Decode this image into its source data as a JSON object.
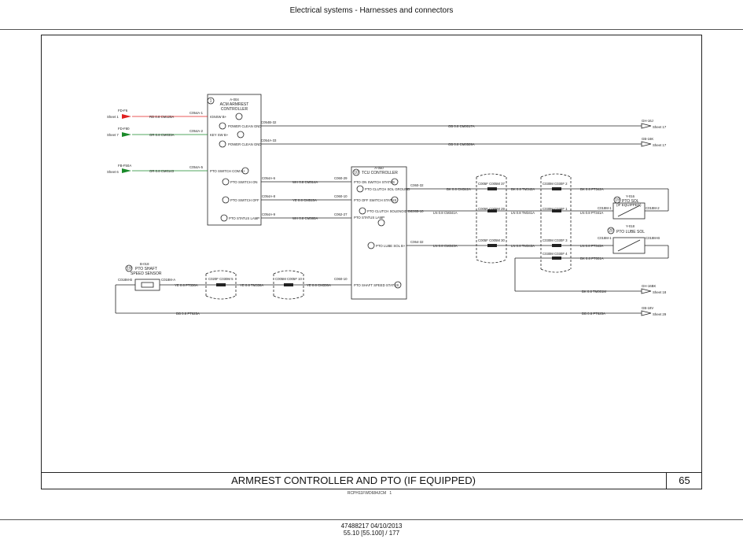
{
  "header": {
    "title": "Electrical systems - Harnesses and connectors"
  },
  "diagram": {
    "title": "ARMREST CONTROLLER AND PTO (IF EQUIPPED)",
    "page_number": "65",
    "doc_ref": "RCPH11FWD684JCM",
    "doc_ref_num": "1"
  },
  "components": {
    "armrest": {
      "num": "1",
      "id": "A-004",
      "name1": "ACM ARMREST",
      "name2": "CONTROLLER",
      "pins": [
        "IGNSW B+",
        "POWER CLEAN GND",
        "KEY SW B+",
        "POWER CLEAN GND",
        "PTO SWITCH COM B+",
        "PTO SWITCH ON",
        "PTO SWITCH OFF",
        "PTO STATUS LAMP"
      ],
      "pin_nums": [
        "2",
        "3",
        "4",
        "5",
        "6",
        "7",
        "8",
        "9"
      ]
    },
    "tcu": {
      "num": "10",
      "id": "A-050",
      "name": "TCU CONTROLLER",
      "pins": [
        "PTO ON SWITCH STATUS",
        "PTO CLUTCH SOL GROUND",
        "PTO OFF SWITCH STATUS",
        "PTO CLUTCH SOLENOID B+",
        "PTO STATUS LAMP",
        "PTO LUBE SOL B+",
        "PTO SHAFT SPEED STATUS"
      ],
      "pin_nums": [
        "11",
        "12",
        "13",
        "14",
        "15",
        "16",
        "17"
      ]
    },
    "sensor": {
      "num": "19",
      "id": "B-018",
      "name1": "PTO SHAFT",
      "name2": "SPEED SENSOR"
    },
    "pto_sol": {
      "num": "19",
      "id": "Y-016",
      "name1": "PTO SOL",
      "name2": "(IF EQUIPPED)"
    },
    "lube_sol": {
      "num": "20",
      "id": "Y-018",
      "name1": "PTO LUBE SOL"
    }
  },
  "left_refs": [
    {
      "id": "FD-F6",
      "sheet": "Sheet 1",
      "wire": "RD 0.8 CM125A",
      "conn": "C054A-1"
    },
    {
      "id": "FD-F80",
      "sheet": "Sheet 7",
      "wire": "OR 0.8 CM033A",
      "conn": "C054A-2"
    },
    {
      "id": "FB-F50A",
      "sheet": "Sheet 6",
      "wire": "OR 0.8 CM0143",
      "conn": "C054A-5"
    }
  ],
  "right_refs": [
    {
      "id": "GH-16J",
      "sheet": "Sheet 17",
      "wire": "OB 0.8 CM0017A",
      "conn": "C054B-32"
    },
    {
      "id": "GB-16K",
      "sheet": "Sheet 17",
      "wire": "OB 0.8 CM0509A",
      "conn": "C054A-33"
    },
    {
      "id": "GH-16BK",
      "sheet": "Sheet 18",
      "wire": "BK 0.8 TM001M"
    },
    {
      "id": "GB-18V",
      "sheet": "Sheet 29",
      "wire": "DB 0.8 PT625A"
    }
  ],
  "wires": {
    "sw_on": {
      "conn_a": "C054A-6",
      "label": "WH 0.8 CM514A",
      "conn_b": "C060-29"
    },
    "sw_off": {
      "conn_a": "C054A-8",
      "label": "YE 0.8 CM515A",
      "conn_b": "C060-10"
    },
    "lamp": {
      "conn_a": "C054A-9",
      "label": "WH 0.8 CM580A",
      "conn_b": "C062-27"
    },
    "gnd": {
      "conn_a": "C060-32",
      "label1": "BK 0.8 CM342A",
      "label2": "BK 0.8 TM342A",
      "label3": "BK 0.8 PT342A"
    },
    "sol": {
      "conn_a": "C065-10",
      "label1": "LN 0.8 CM341A",
      "label2": "LN 0.8 TM341A",
      "label3": "LN 0.8 PT341A"
    },
    "lube": {
      "conn_a": "C064-32",
      "label1": "LN 0.8 CM343A",
      "label2": "LN 0.8 TM343A",
      "label3": "LN 0.8 PT343A"
    },
    "lube_gnd": {
      "label": "BK 0.8 PT001A"
    },
    "speed": {
      "label1": "YE 0.8 PT336A",
      "label2": "YE 0.8 TM336A",
      "label3": "YE 0.8 CM336A",
      "conn_b": "C060-10"
    }
  },
  "connectors": {
    "c1_top": "C005F C005M 37",
    "c1_mid": "C005F C005M 29",
    "c1_low": "C005F C005M 30",
    "c2_top": "C030M C030F 2",
    "c2_mid": "C030M C030F 1",
    "c2_low": "C030M C030F 3",
    "c2_bot": "C030M C030F 4",
    "s1": "C020F C030M 5",
    "s2": "C005M C005F 10",
    "sensor_a": "C018M-B",
    "sensor_b": "C018M-A",
    "sol_a": "C018M-1",
    "sol_b": "C018M-2",
    "lube_a": "C018M-1",
    "lube_b": "C018M-B"
  },
  "footer": {
    "line1": "47488217 04/10/2013",
    "line2": "55.10 [55.100] / 177"
  },
  "colors": {
    "line": "#222222",
    "red": "#e02020",
    "green": "#1a8a2a"
  }
}
